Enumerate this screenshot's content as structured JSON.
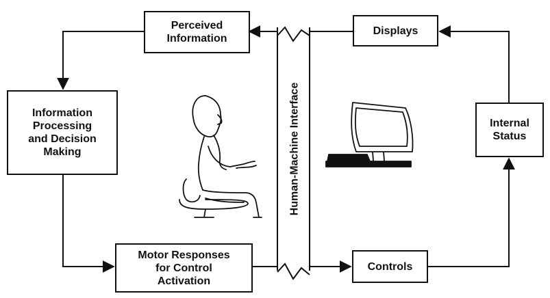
{
  "diagram": {
    "boxes": {
      "perceived_information": "Perceived\nInformation",
      "information_processing": "Information\nProcessing\nand Decision\nMaking",
      "motor_responses": "Motor Responses\nfor Control\nActivation",
      "displays": "Displays",
      "controls": "Controls",
      "internal_status": "Internal\nStatus"
    },
    "interface_label": "Human-Machine Interface",
    "illustrations": [
      "seated-woman-at-keyboard",
      "desktop-computer-monitor"
    ]
  }
}
